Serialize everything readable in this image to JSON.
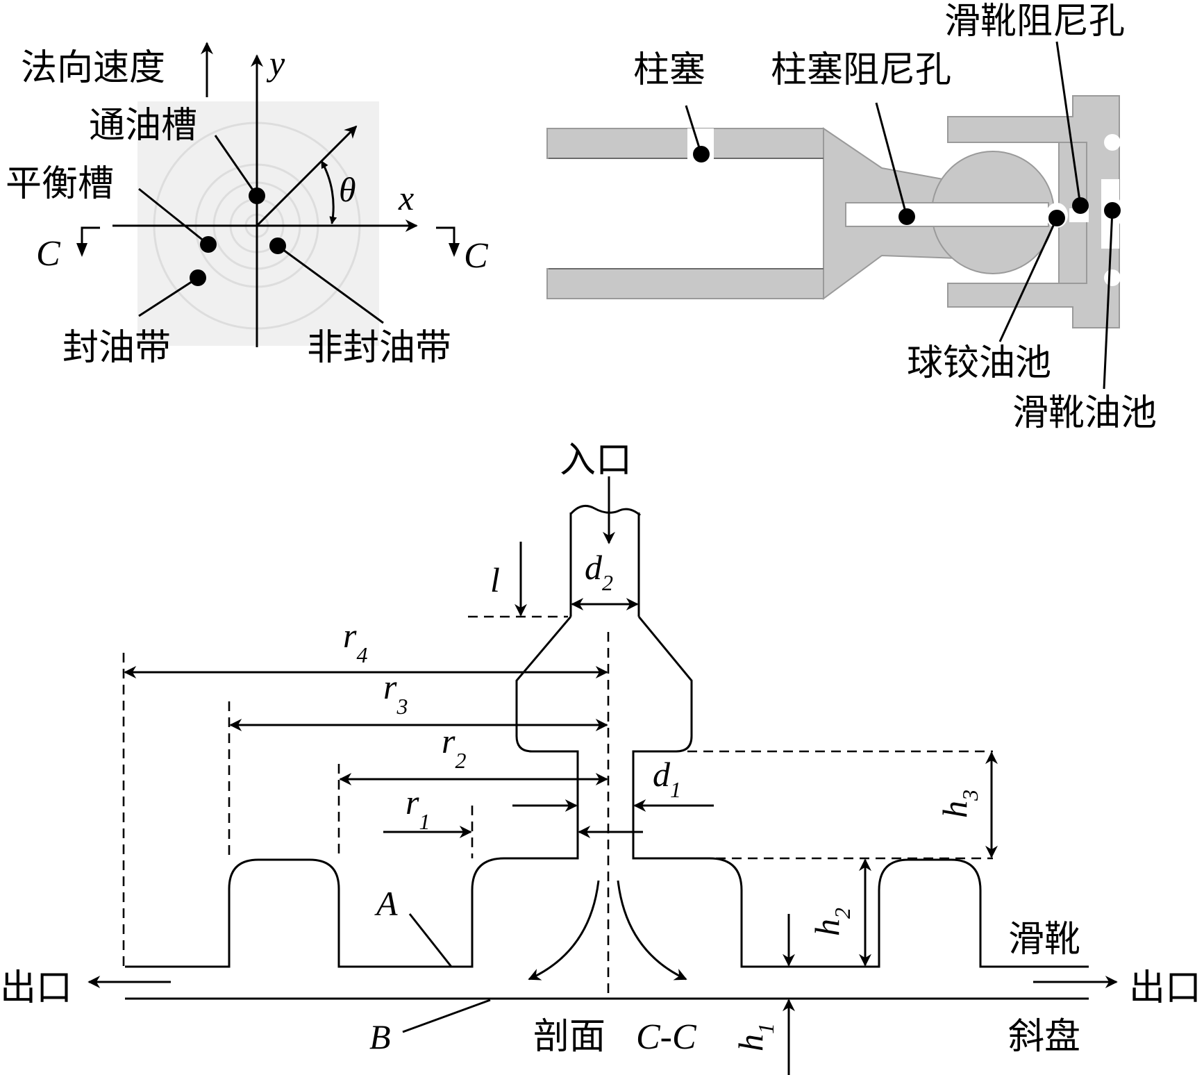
{
  "colors": {
    "line": "#000000",
    "part_fill": "#c8c8c8",
    "slipper_face_bg": "#f0f0f0",
    "groove_line": "#dddddd"
  },
  "top_left": {
    "normal_velocity": "法向速度",
    "axis_y": "y",
    "axis_x": "x",
    "angle": "θ",
    "oil_channel": "通油槽",
    "balance_groove": "平衡槽",
    "seal_band": "封油带",
    "non_seal_band": "非封油带",
    "section_mark_left": "C",
    "section_mark_right": "C"
  },
  "top_right": {
    "plunger": "柱塞",
    "plunger_orifice": "柱塞阻尼孔",
    "slipper_orifice": "滑靴阻尼孔",
    "ball_joint_pool": "球铰油池",
    "slipper_pool": "滑靴油池"
  },
  "bottom": {
    "inlet": "入口",
    "outlet_left": "出口",
    "outlet_right": "出口",
    "slipper": "滑靴",
    "swashplate": "斜盘",
    "section_label": "剖面",
    "section_name": "C-C",
    "label_A": "A",
    "label_B": "B",
    "dim_l": "l",
    "dim_d2": {
      "base": "d",
      "sub": "2"
    },
    "dim_d1": {
      "base": "d",
      "sub": "1"
    },
    "dim_r4": {
      "base": "r",
      "sub": "4"
    },
    "dim_r3": {
      "base": "r",
      "sub": "3"
    },
    "dim_r2": {
      "base": "r",
      "sub": "2"
    },
    "dim_r1": {
      "base": "r",
      "sub": "1"
    },
    "dim_h3": {
      "base": "h",
      "sub": "3"
    },
    "dim_h2": {
      "base": "h",
      "sub": "2"
    },
    "dim_h1": {
      "base": "h",
      "sub": "1"
    }
  }
}
